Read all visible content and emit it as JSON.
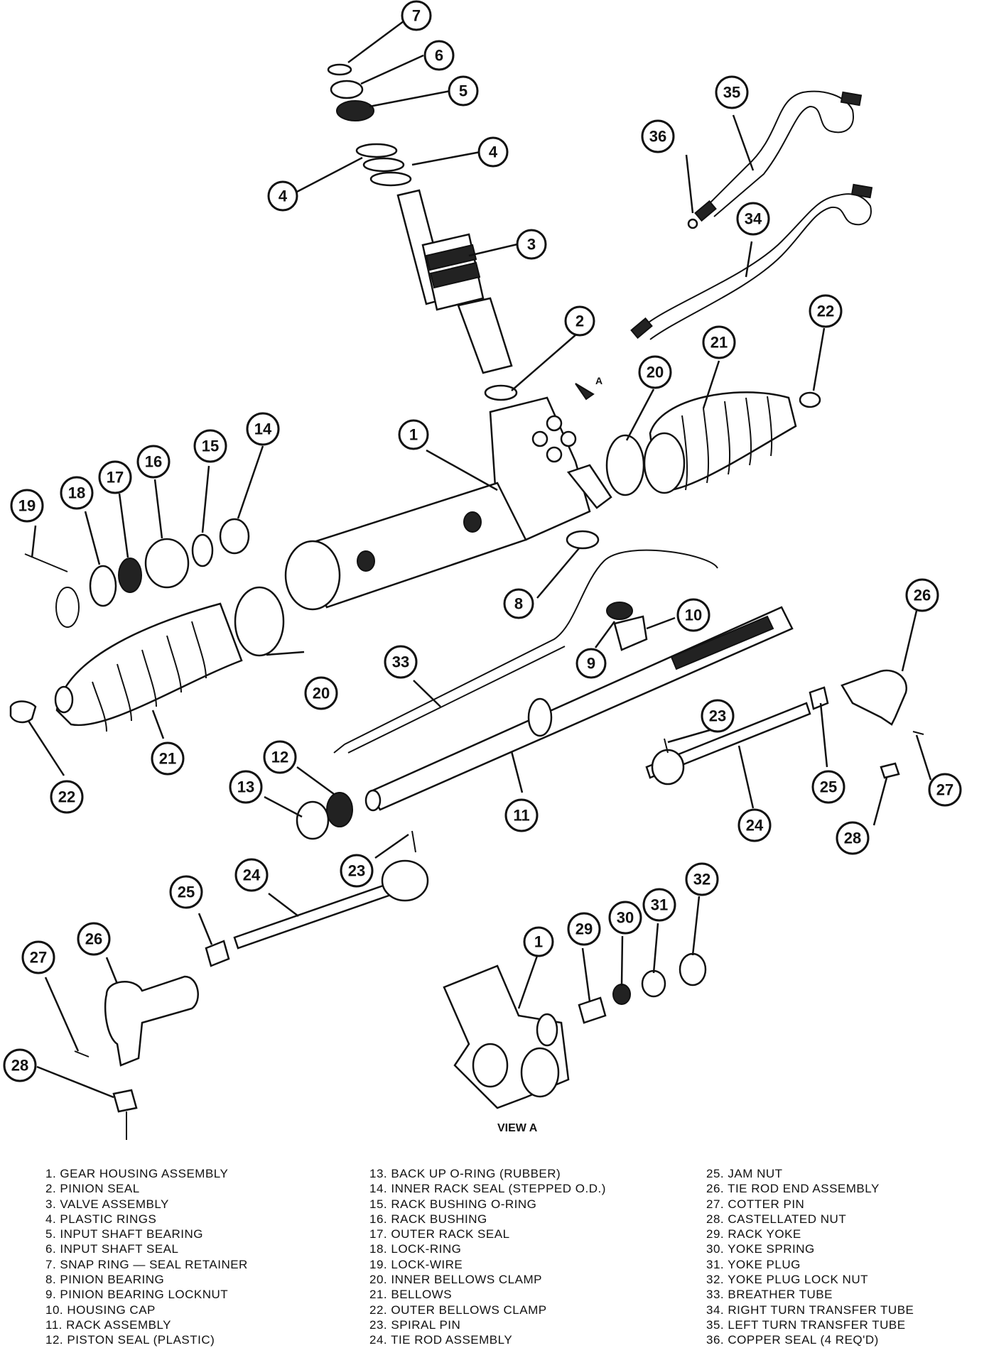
{
  "view_label": "VIEW A",
  "arrow_label": "A",
  "legend": [
    {
      "num": "1.",
      "text": "GEAR HOUSING ASSEMBLY"
    },
    {
      "num": "2.",
      "text": "PINION SEAL"
    },
    {
      "num": "3.",
      "text": "VALVE ASSEMBLY"
    },
    {
      "num": "4.",
      "text": "PLASTIC RINGS"
    },
    {
      "num": "5.",
      "text": "INPUT SHAFT BEARING"
    },
    {
      "num": "6.",
      "text": "INPUT SHAFT SEAL"
    },
    {
      "num": "7.",
      "text": "SNAP RING — SEAL RETAINER"
    },
    {
      "num": "8.",
      "text": "PINION BEARING"
    },
    {
      "num": "9.",
      "text": "PINION BEARING LOCKNUT"
    },
    {
      "num": "10.",
      "text": "HOUSING CAP"
    },
    {
      "num": "11.",
      "text": "RACK ASSEMBLY"
    },
    {
      "num": "12.",
      "text": "PISTON SEAL (PLASTIC)"
    },
    {
      "num": "13.",
      "text": "BACK UP O-RING (RUBBER)"
    },
    {
      "num": "14.",
      "text": "INNER RACK SEAL (STEPPED O.D.)"
    },
    {
      "num": "15.",
      "text": "RACK BUSHING O-RING"
    },
    {
      "num": "16.",
      "text": "RACK BUSHING"
    },
    {
      "num": "17.",
      "text": "OUTER RACK SEAL"
    },
    {
      "num": "18.",
      "text": "LOCK-RING"
    },
    {
      "num": "19.",
      "text": "LOCK-WIRE"
    },
    {
      "num": "20.",
      "text": "INNER BELLOWS CLAMP"
    },
    {
      "num": "21.",
      "text": "BELLOWS"
    },
    {
      "num": "22.",
      "text": "OUTER BELLOWS CLAMP"
    },
    {
      "num": "23.",
      "text": "SPIRAL PIN"
    },
    {
      "num": "24.",
      "text": "TIE ROD ASSEMBLY"
    },
    {
      "num": "25.",
      "text": "JAM NUT"
    },
    {
      "num": "26.",
      "text": "TIE ROD END ASSEMBLY"
    },
    {
      "num": "27.",
      "text": "COTTER PIN"
    },
    {
      "num": "28.",
      "text": "CASTELLATED NUT"
    },
    {
      "num": "29.",
      "text": "RACK YOKE"
    },
    {
      "num": "30.",
      "text": "YOKE SPRING"
    },
    {
      "num": "31.",
      "text": "YOKE PLUG"
    },
    {
      "num": "32.",
      "text": "YOKE PLUG LOCK NUT"
    },
    {
      "num": "33.",
      "text": "BREATHER TUBE"
    },
    {
      "num": "34.",
      "text": "RIGHT TURN TRANSFER TUBE"
    },
    {
      "num": "35.",
      "text": "LEFT TURN TRANSFER TUBE"
    },
    {
      "num": "36.",
      "text": "COPPER SEAL (4 REQ'D)"
    }
  ],
  "callouts": [
    {
      "label": "7"
    },
    {
      "label": "6"
    },
    {
      "label": "5"
    },
    {
      "label": "4"
    },
    {
      "label": "4"
    },
    {
      "label": "3"
    },
    {
      "label": "36"
    },
    {
      "label": "35"
    },
    {
      "label": "34"
    },
    {
      "label": "2"
    },
    {
      "label": "20"
    },
    {
      "label": "21"
    },
    {
      "label": "22"
    },
    {
      "label": "1"
    },
    {
      "label": "14"
    },
    {
      "label": "15"
    },
    {
      "label": "16"
    },
    {
      "label": "17"
    },
    {
      "label": "18"
    },
    {
      "label": "19"
    },
    {
      "label": "8"
    },
    {
      "label": "10"
    },
    {
      "label": "9"
    },
    {
      "label": "26"
    },
    {
      "label": "33"
    },
    {
      "label": "20"
    },
    {
      "label": "21"
    },
    {
      "label": "22"
    },
    {
      "label": "12"
    },
    {
      "label": "13"
    },
    {
      "label": "11"
    },
    {
      "label": "23"
    },
    {
      "label": "24"
    },
    {
      "label": "25"
    },
    {
      "label": "27"
    },
    {
      "label": "28"
    },
    {
      "label": "23"
    },
    {
      "label": "24"
    },
    {
      "label": "25"
    },
    {
      "label": "26"
    },
    {
      "label": "27"
    },
    {
      "label": "28"
    },
    {
      "label": "1"
    },
    {
      "label": "29"
    },
    {
      "label": "30"
    },
    {
      "label": "31"
    },
    {
      "label": "32"
    }
  ]
}
